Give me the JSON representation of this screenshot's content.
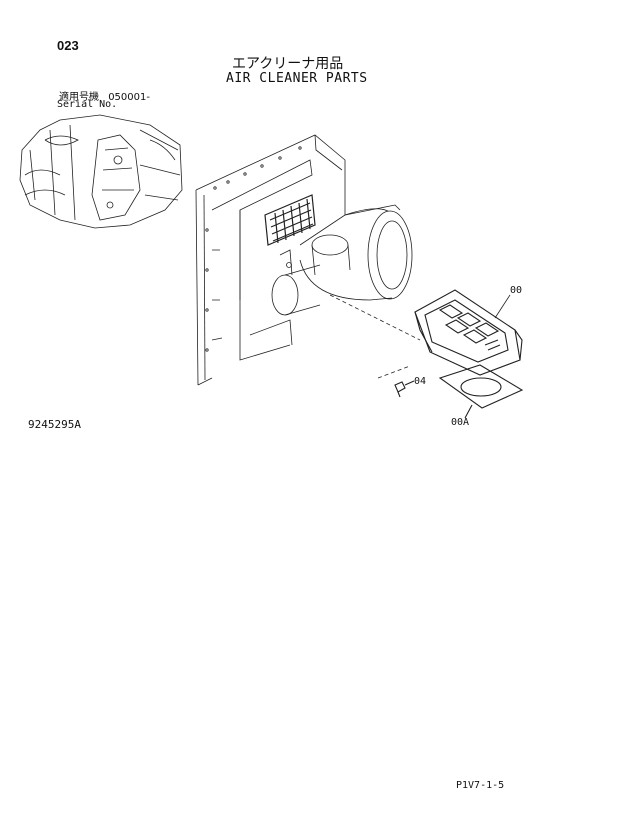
{
  "page": {
    "number": "023",
    "title_jp": "エアクリーナ用品",
    "title_en": "AIR CLEANER PARTS",
    "serial_label_jp": "適用号機",
    "serial_value": "050001-",
    "serial_label_en": "Serial No.",
    "drawing_number": "9245295A",
    "footer_code": "P1V7-1-5"
  },
  "callouts": [
    {
      "id": "00"
    },
    {
      "id": "04"
    },
    {
      "id": "00A"
    }
  ],
  "colors": {
    "ink": "#111111",
    "paper": "#ffffff"
  }
}
